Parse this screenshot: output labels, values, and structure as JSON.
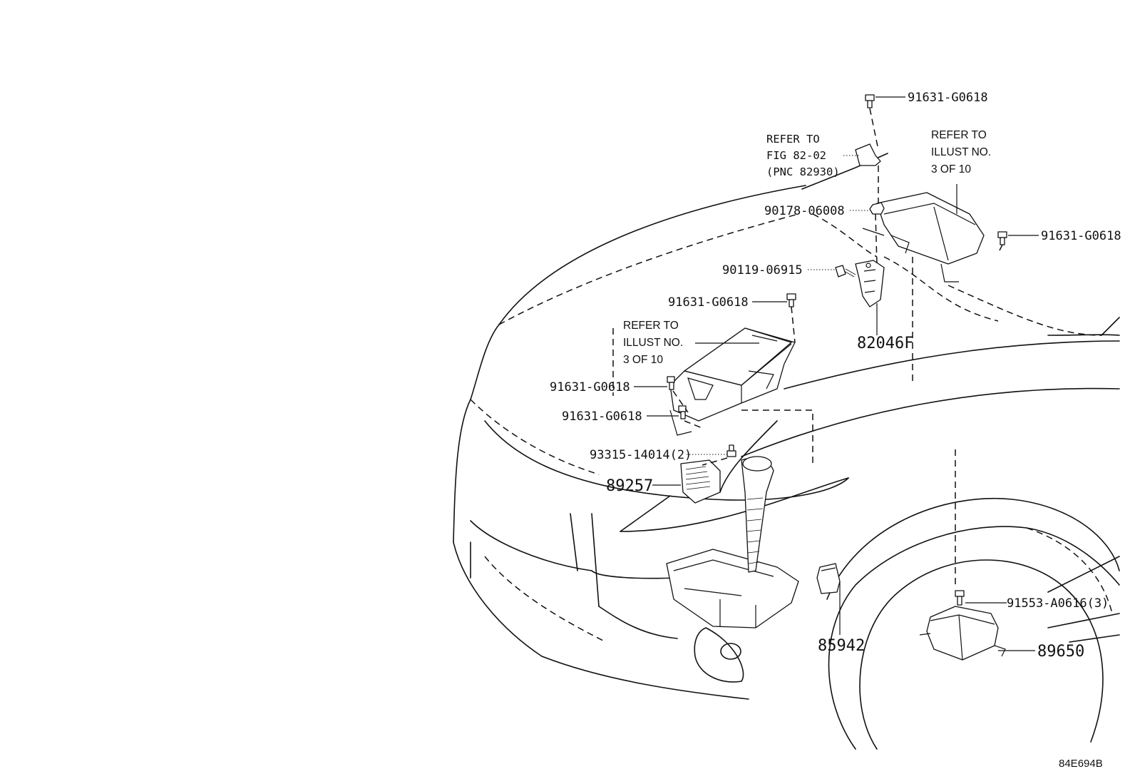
{
  "diagram": {
    "figure_code": "84E694B",
    "callouts": {
      "c1": "91631-G0618",
      "c2": "90178-06008",
      "c3": "91631-G0618",
      "c4": "90119-06915",
      "c5": "91631-G0618",
      "c6": "91631-G0618",
      "c7": "91631-G0618",
      "c8": "93315-14014(2)",
      "c9": "91553-A0616(3)"
    },
    "parts": {
      "p1": "82046F",
      "p2": "89257",
      "p3": "85942",
      "p4": "89650"
    },
    "refer_fig": {
      "line1": "REFER TO",
      "line2": "FIG 82-02",
      "line3": "(PNC 82930)"
    },
    "refer_illust_top": {
      "line1": "REFER TO",
      "line2": "ILLUST NO.",
      "line3": "3 OF 10"
    },
    "refer_illust_mid": {
      "line1": "REFER TO",
      "line2": "ILLUST NO.",
      "line3": "3 OF 10"
    }
  }
}
